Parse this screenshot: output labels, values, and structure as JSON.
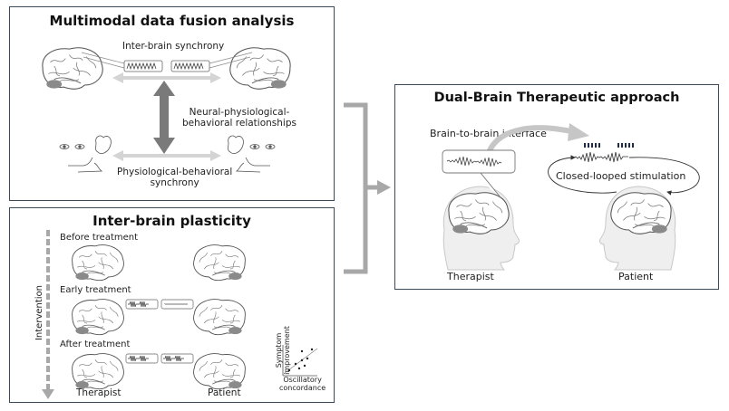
{
  "panels": {
    "fusion": {
      "title": "Multimodal data fusion analysis",
      "inter_brain_label": "Inter-brain synchrony",
      "relationship_label_1": "Neural-physiological-",
      "relationship_label_2": "behavioral relationships",
      "phys_label_1": "Physiological-behavioral",
      "phys_label_2": "synchrony"
    },
    "plasticity": {
      "title": "Inter-brain plasticity",
      "stages": [
        "Before treatment",
        "Early treatment",
        "After treatment"
      ],
      "intervention_label": "Intervention",
      "therapist_label": "Therapist",
      "patient_label": "Patient",
      "inset": {
        "ylabel_1": "Symptom",
        "ylabel_2": "improvement",
        "xlabel_1": "Oscillatory",
        "xlabel_2": "concordance"
      }
    },
    "therapeutic": {
      "title": "Dual-Brain Therapeutic approach",
      "interface_label": "Brain-to-brain interface",
      "stimulation_label": "Closed-looped stimulation",
      "therapist_label": "Therapist",
      "patient_label": "Patient"
    }
  },
  "colors": {
    "frame": "#3d4a5a",
    "light_arrow": "#d4d4d4",
    "dark_arrow": "#7a7a7a",
    "bracket": "#a8a8a8",
    "cerebellum": "#8a8a8a",
    "head": "#efefef"
  }
}
